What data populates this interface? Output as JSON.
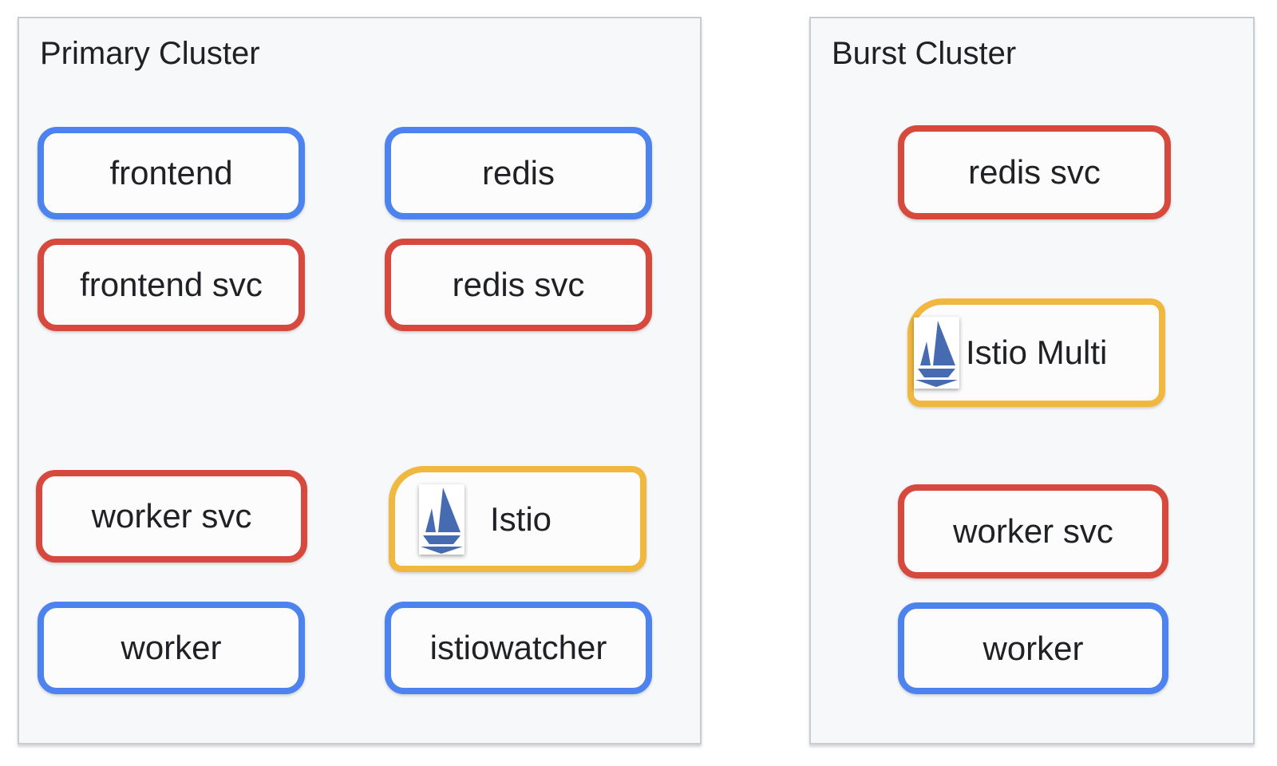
{
  "clusters": [
    {
      "title": "Primary Cluster",
      "nodes": [
        {
          "label": "frontend",
          "type": "workload"
        },
        {
          "label": "redis",
          "type": "workload"
        },
        {
          "label": "frontend svc",
          "type": "service"
        },
        {
          "label": "redis svc",
          "type": "service"
        },
        {
          "label": "worker svc",
          "type": "service"
        },
        {
          "label": "Istio",
          "type": "istio"
        },
        {
          "label": "worker",
          "type": "workload"
        },
        {
          "label": "istiowatcher",
          "type": "workload"
        }
      ]
    },
    {
      "title": "Burst Cluster",
      "nodes": [
        {
          "label": "redis svc",
          "type": "service"
        },
        {
          "label": "Istio Multi",
          "type": "istio"
        },
        {
          "label": "worker svc",
          "type": "service"
        },
        {
          "label": "worker",
          "type": "workload"
        }
      ]
    }
  ],
  "icons": {
    "istio": "istio-sailboat-icon"
  },
  "colors": {
    "page_background": "#ffffff",
    "cluster_background": "#f7f8fa",
    "cluster_border": "#c9ccd1",
    "node_background": "#fcfcfd",
    "workload_border": "#4c83ee",
    "service_border": "#d8493d",
    "istio_border": "#f0b83e",
    "istio_logo_blue": "#466bb0",
    "text": "#202124"
  }
}
